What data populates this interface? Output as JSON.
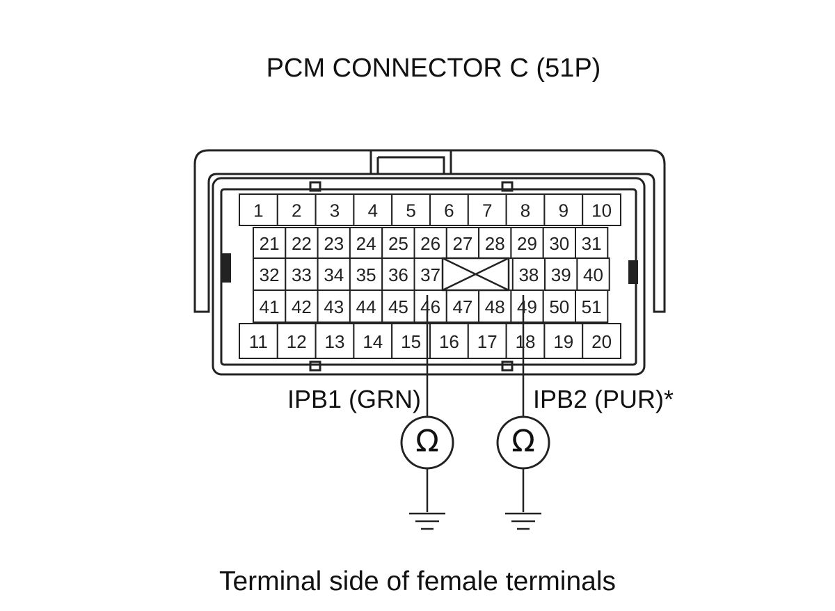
{
  "diagram": {
    "title": "PCM CONNECTOR C (51P)",
    "caption": "Terminal side of female terminals",
    "connector": {
      "rows": [
        [
          "1",
          "2",
          "3",
          "4",
          "5",
          "6",
          "7",
          "8",
          "9",
          "10"
        ],
        [
          "21",
          "22",
          "23",
          "24",
          "25",
          "26",
          "27",
          "28",
          "29",
          "30",
          "31"
        ],
        [
          "32",
          "33",
          "34",
          "35",
          "36",
          "37",
          "38",
          "39",
          "40"
        ],
        [
          "41",
          "42",
          "43",
          "44",
          "45",
          "46",
          "47",
          "48",
          "49",
          "50",
          "51"
        ],
        [
          "11",
          "12",
          "13",
          "14",
          "15",
          "16",
          "17",
          "18",
          "19",
          "20"
        ]
      ],
      "blank_cavity": "crossed-out"
    },
    "probes": [
      {
        "label": "IPB1 (GRN)",
        "terminal": "46",
        "meter_icon": "ohmmeter-icon",
        "ground_icon": "ground-icon"
      },
      {
        "label": "IPB2 (PUR)*",
        "terminal": "49",
        "meter_icon": "ohmmeter-icon",
        "ground_icon": "ground-icon"
      }
    ]
  },
  "colors": {
    "line": "#222222",
    "cell_fill": "#ffffff",
    "text": "#111111"
  }
}
